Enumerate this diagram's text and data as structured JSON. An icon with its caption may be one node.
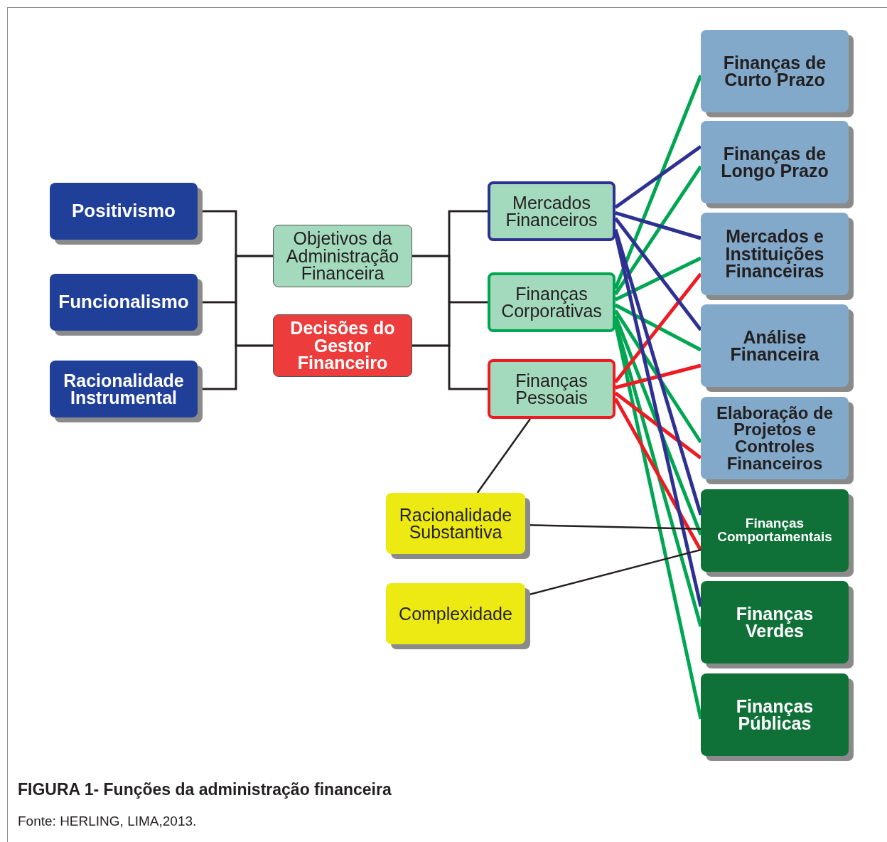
{
  "diagram": {
    "caption": "FIGURA 1- Funções da administração financeira",
    "nodes": [
      {
        "text": [
          "Positivismo"
        ]
      },
      {
        "text": [
          "Funcionalismo"
        ]
      },
      {
        "text": [
          "Racionalidade Instrumental"
        ]
      },
      {
        "text": [
          "Objetivos da Administração Financeira"
        ]
      },
      {
        "text": [
          "Decisões do Gestor Financeiro"
        ]
      },
      {
        "text": [
          "Mercados Financeiros"
        ]
      },
      {
        "text": [
          "Finanças Corporativas"
        ]
      },
      {
        "text": [
          "Finanças Pessoais"
        ]
      },
      {
        "text": [
          "Racionalidade Substantiva"
        ]
      },
      {
        "text": [
          "Complexidade"
        ]
      },
      {
        "text": [
          "Finanças de Curto Prazo"
        ]
      },
      {
        "text": [
          "Finanças de Longo Prazo"
        ]
      },
      {
        "text": [
          "Mercados e Instituições Financeiras"
        ]
      },
      {
        "text": [
          "Análise Financeira"
        ]
      },
      {
        "text": [
          "Elaboração de Projetos e Controles Financeiros"
        ]
      },
      {
        "text": [
          "Finanças Comportamentais"
        ]
      },
      {
        "text": [
          "Finanças Verdes"
        ]
      },
      {
        "text": [
          "Finanças Públicas"
        ]
      }
    ],
    "edges": [
      {
        "from": 0,
        "to": 3,
        "arrow": "none"
      },
      {
        "from": 0,
        "to": 4,
        "arrow": "none"
      },
      {
        "from": 1,
        "to": 3,
        "arrow": "none"
      },
      {
        "from": 1,
        "to": 4,
        "arrow": "none"
      },
      {
        "from": 2,
        "to": 3,
        "arrow": "none"
      },
      {
        "from": 2,
        "to": 4,
        "arrow": "none"
      },
      {
        "from": 3,
        "to": 5,
        "arrow": "none"
      },
      {
        "from": 3,
        "to": 6,
        "arrow": "none"
      },
      {
        "from": 3,
        "to": 7,
        "arrow": "none"
      },
      {
        "from": 4,
        "to": 5,
        "arrow": "none"
      },
      {
        "from": 4,
        "to": 6,
        "arrow": "none"
      },
      {
        "from": 4,
        "to": 7,
        "arrow": "none"
      },
      {
        "from": 6,
        "to": 10,
        "arrow": "none",
        "color": "#00a651"
      },
      {
        "from": 6,
        "to": 11,
        "arrow": "none",
        "color": "#00a651"
      },
      {
        "from": 6,
        "to": 12,
        "arrow": "none",
        "color": "#00a651"
      },
      {
        "from": 6,
        "to": 13,
        "arrow": "none",
        "color": "#00a651"
      },
      {
        "from": 6,
        "to": 14,
        "arrow": "none",
        "color": "#00a651"
      },
      {
        "from": 6,
        "to": 15,
        "arrow": "none",
        "color": "#00a651"
      },
      {
        "from": 6,
        "to": 16,
        "arrow": "none",
        "color": "#00a651"
      },
      {
        "from": 6,
        "to": 17,
        "arrow": "none",
        "color": "#00a651"
      },
      {
        "from": 7,
        "to": 12,
        "arrow": "none",
        "color": "#ed1c24"
      },
      {
        "from": 7,
        "to": 13,
        "arrow": "none",
        "color": "#ed1c24"
      },
      {
        "from": 7,
        "to": 14,
        "arrow": "none",
        "color": "#ed1c24"
      },
      {
        "from": 7,
        "to": 15,
        "arrow": "none",
        "color": "#ed1c24"
      },
      {
        "from": 5,
        "to": 11,
        "arrow": "none",
        "color": "#2e3192"
      },
      {
        "from": 5,
        "to": 12,
        "arrow": "none",
        "color": "#2e3192"
      },
      {
        "from": 5,
        "to": 13,
        "arrow": "none",
        "color": "#2e3192"
      },
      {
        "from": 5,
        "to": 15,
        "arrow": "none",
        "color": "#2e3192"
      },
      {
        "from": 5,
        "to": 16,
        "arrow": "none",
        "color": "#2e3192"
      },
      {
        "from": 7,
        "to": 8,
        "arrow": "none"
      },
      {
        "from": 8,
        "to": 15,
        "arrow": "none"
      },
      {
        "from": 9,
        "to": 15,
        "arrow": "none"
      }
    ],
    "labels": [
      "Fonte: HERLING, LIMA,2013."
    ]
  }
}
